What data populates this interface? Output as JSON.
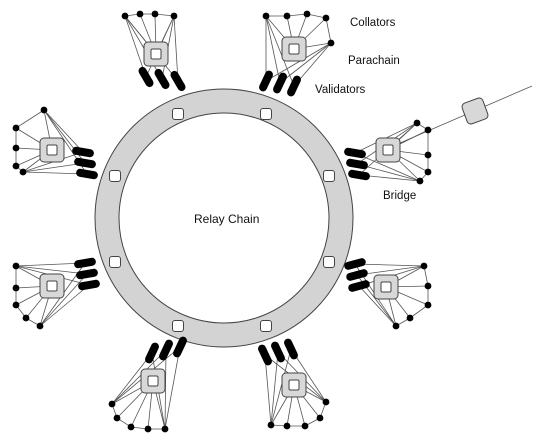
{
  "labels": {
    "collators": "Collators",
    "parachain": "Parachain",
    "validators": "Validators",
    "bridge": "Bridge",
    "relay_chain": "Relay Chain"
  },
  "parachains": [
    {
      "id": "north-left",
      "validators": 3,
      "collators": 4
    },
    {
      "id": "north-right",
      "validators": 3,
      "collators": 5
    },
    {
      "id": "east-upper",
      "validators": 3,
      "collators": 5
    },
    {
      "id": "east-lower",
      "validators": 3,
      "collators": 5
    },
    {
      "id": "south-right",
      "validators": 3,
      "collators": 5
    },
    {
      "id": "south-left",
      "validators": 3,
      "collators": 5
    },
    {
      "id": "west-lower",
      "validators": 3,
      "collators": 5
    },
    {
      "id": "west-upper",
      "validators": 3,
      "collators": 5
    }
  ],
  "relay_chain_slots": 8,
  "bridge": {
    "present": true
  },
  "colors": {
    "ring": "#d3d3d3",
    "stroke": "#444444",
    "parachain_fill": "#d8d8d8",
    "validator": "#000000",
    "collator": "#000000",
    "line": "#555555"
  }
}
